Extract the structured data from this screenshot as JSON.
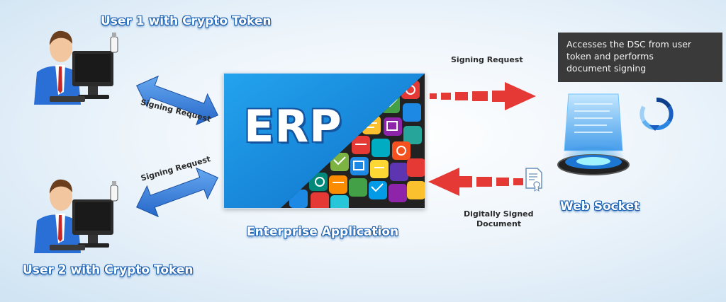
{
  "users": [
    {
      "label": "User 1 with Crypto Token"
    },
    {
      "label": "User 2 with Crypto Token"
    }
  ],
  "left_arrows": [
    {
      "label": "Signing Request"
    },
    {
      "label": "Signing Request"
    }
  ],
  "erp": {
    "logo": "ERP",
    "caption": "Enterprise Application"
  },
  "right_arrows": {
    "top_label": "Signing Request",
    "bottom_label_line1": "Digitally Signed",
    "bottom_label_line2": "Document"
  },
  "note": {
    "line1": "Accesses the DSC from user",
    "line2": "token and performs",
    "line3": "document signing"
  },
  "websocket": {
    "label": "Web Socket"
  },
  "colors": {
    "accent_blue": "#2c6fd0",
    "red_arrow": "#e53935",
    "erp_blue": "#1b8fe0"
  }
}
